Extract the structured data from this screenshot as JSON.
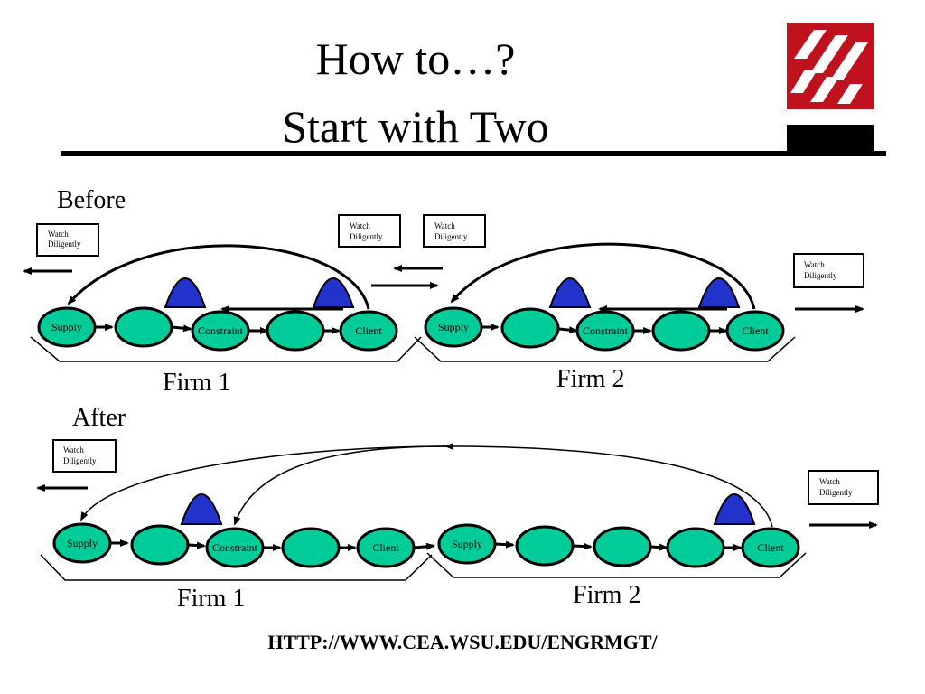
{
  "title": {
    "line1": "How to…?",
    "line2": "Start with Two"
  },
  "logo": {
    "name": "wsu-logo",
    "color": "#c0111e"
  },
  "before": {
    "label": "Before",
    "firm1_label": "Firm 1",
    "firm2_label": "Firm 2",
    "watch_boxes": [
      "Watch Diligently",
      "Watch Diligently",
      "Watch Diligently",
      "Watch Diligently"
    ],
    "firm1_nodes": [
      "Supply",
      "",
      "Constraint",
      "",
      "Client"
    ],
    "firm2_nodes": [
      "Supply",
      "",
      "Constraint",
      "",
      "Client"
    ]
  },
  "after": {
    "label": "After",
    "firm1_label": "Firm 1",
    "firm2_label": "Firm 2",
    "watch_boxes": [
      "Watch Diligently",
      "Watch Diligently"
    ],
    "firm1_nodes": [
      "Supply",
      "",
      "Constraint",
      "",
      "Client"
    ],
    "firm2_nodes": [
      "Supply",
      "",
      "",
      "",
      "Client"
    ]
  },
  "colors": {
    "node_fill": "#00cc99",
    "buffer_fill": "#2233cc"
  },
  "footer": "HTTP://WWW.CEA.WSU.EDU/ENGRMGT/"
}
